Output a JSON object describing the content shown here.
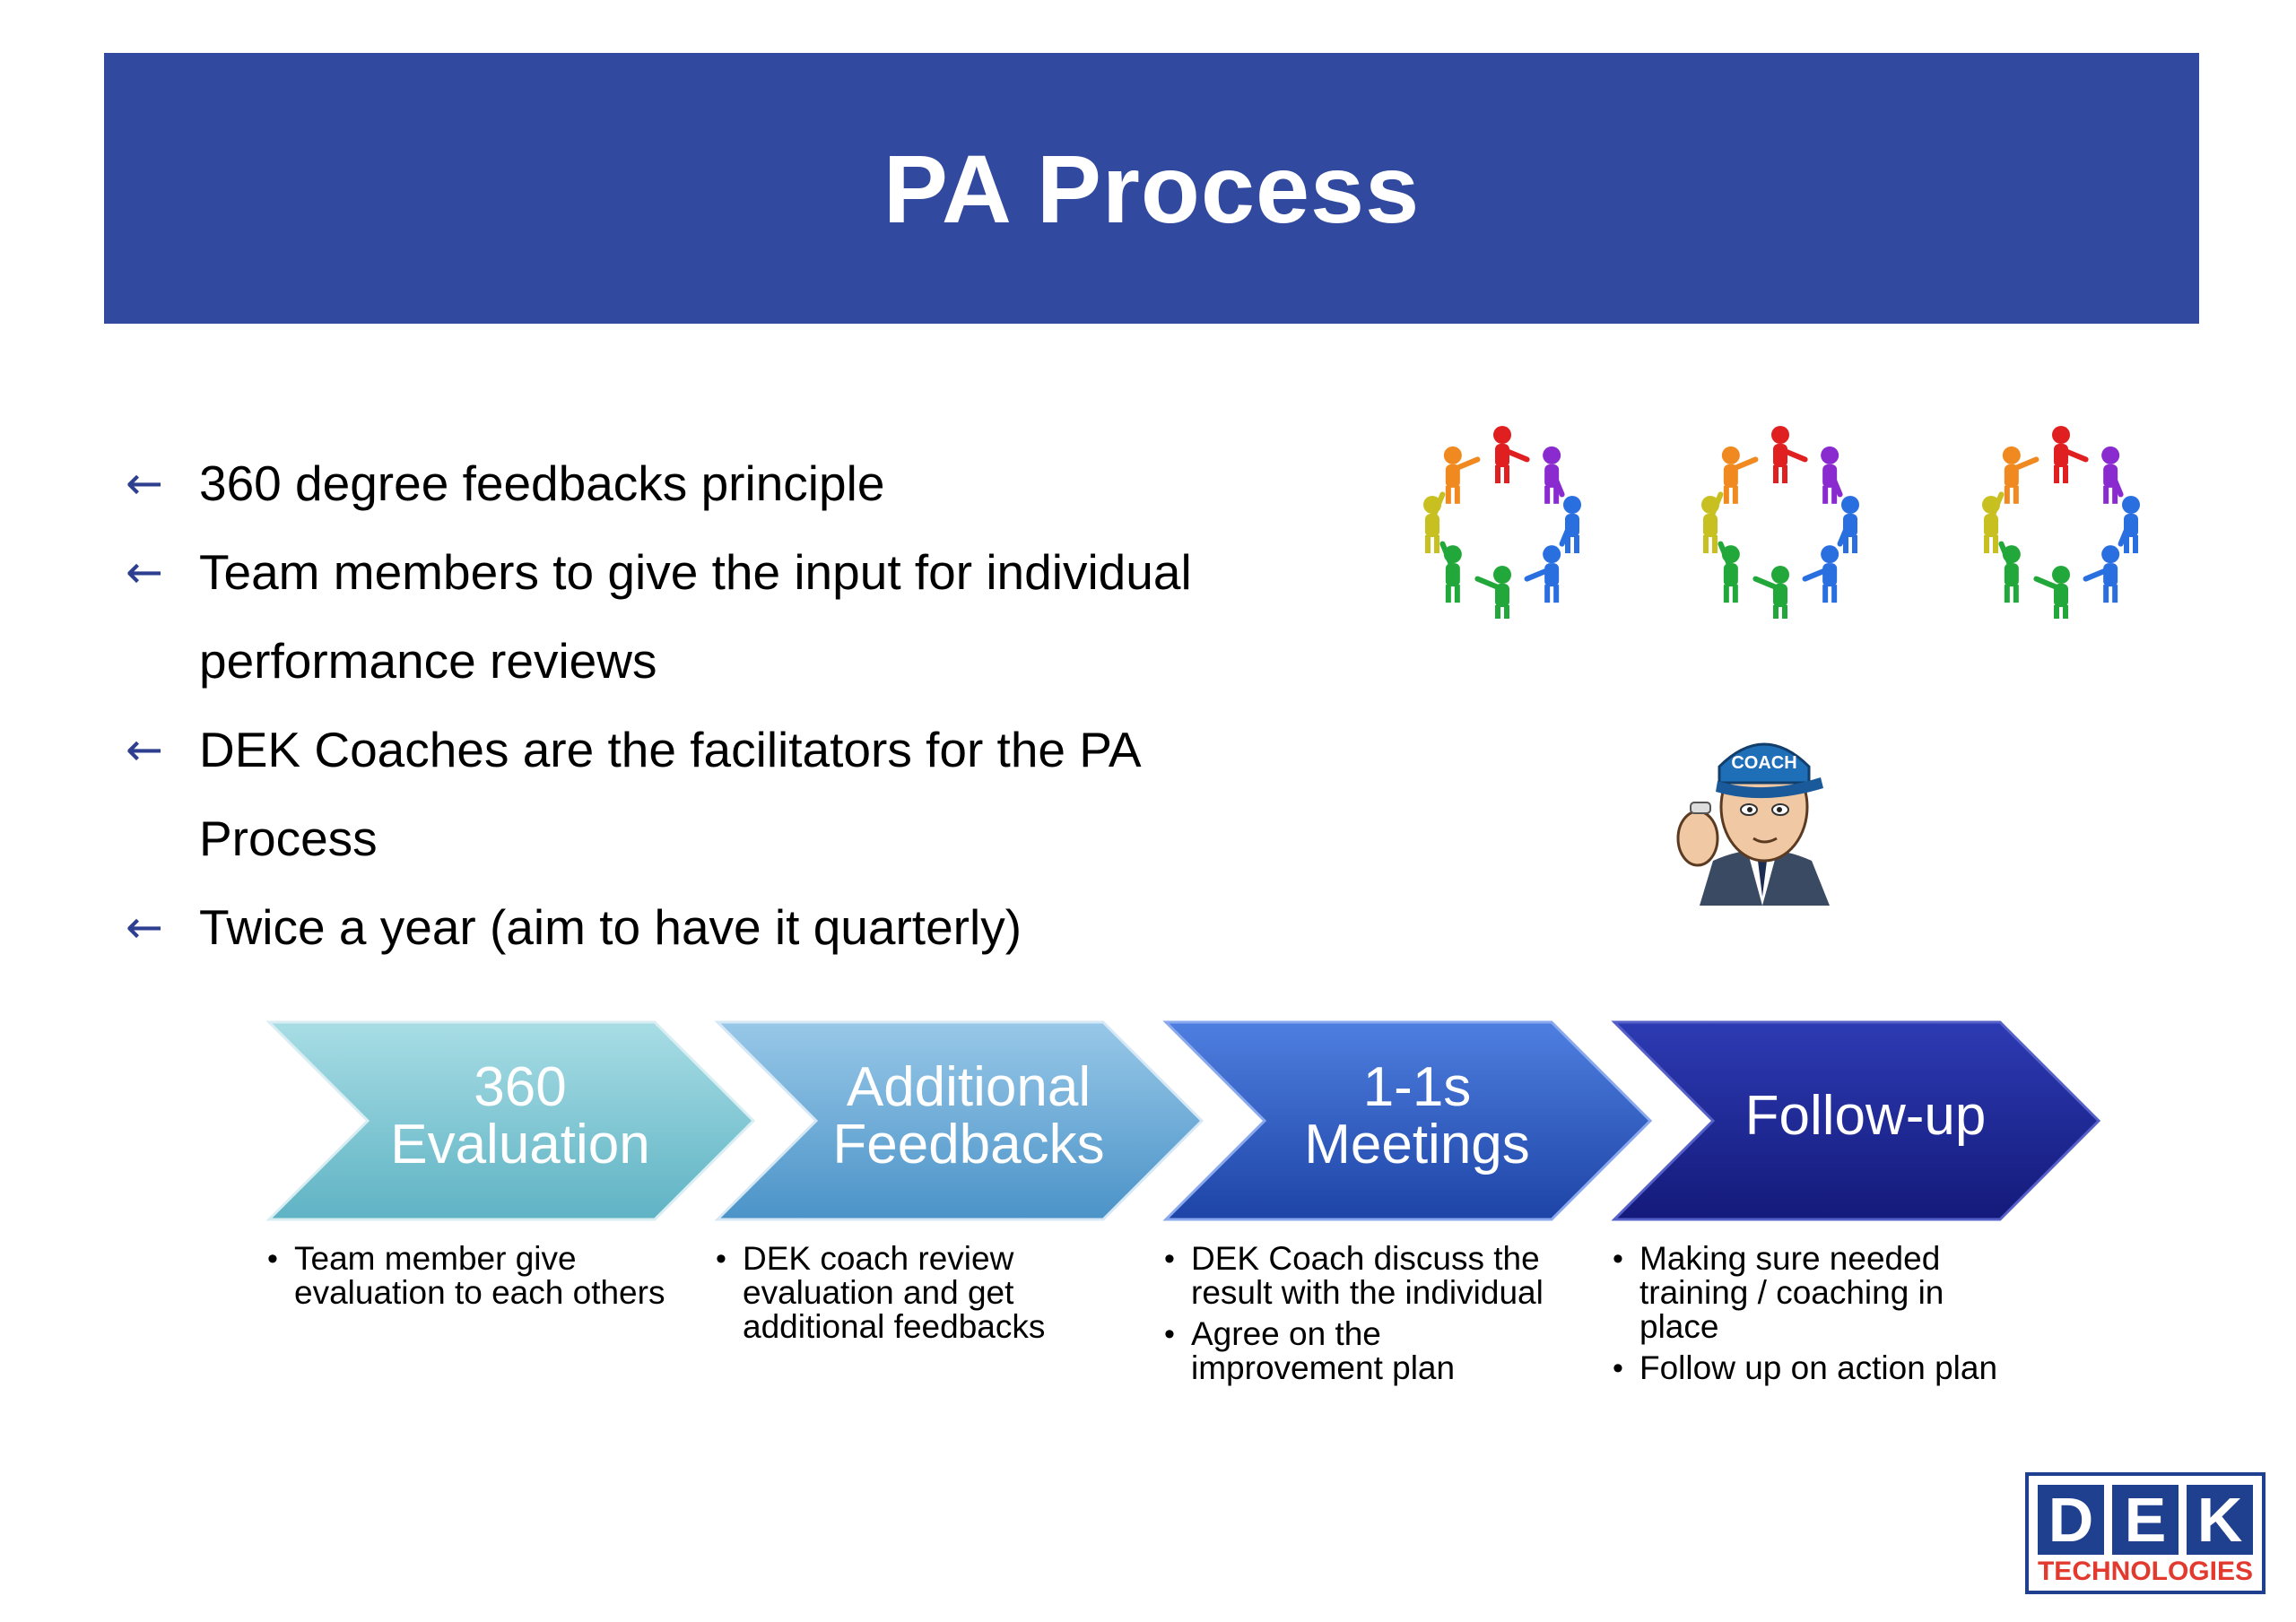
{
  "title": "PA Process",
  "bullets": [
    "360 degree feedbacks principle",
    "Team members to give the input for individual",
    "performance reviews",
    "DEK Coaches are the facilitators for the PA",
    "Process",
    "Twice a year (aim to have it quarterly)"
  ],
  "bullet_arrow": "←",
  "steps": [
    {
      "label": "360\nEvaluation",
      "color": "#7cc7d3",
      "details": [
        "Team member give evaluation to each others"
      ]
    },
    {
      "label": "Additional\nFeedbacks",
      "color": "#6aaed6",
      "details": [
        "DEK coach review evaluation and get additional feedbacks"
      ]
    },
    {
      "label": "1-1s\nMeetings",
      "color": "#2f5bc4",
      "details": [
        "DEK Coach discuss the result with the individual",
        "Agree on the improvement plan"
      ]
    },
    {
      "label": "Follow-up",
      "color": "#1c2490",
      "details": [
        "Making sure needed training / coaching in place",
        "Follow up on action plan"
      ]
    }
  ],
  "logo": {
    "letters": [
      "D",
      "E",
      "K"
    ],
    "subtitle": "TECHNOLOGIES"
  },
  "coach_cap_text": "COACH",
  "colors": {
    "banner": "#31499e",
    "logo_blue": "#1f3f8f",
    "logo_red": "#e23a2e"
  }
}
